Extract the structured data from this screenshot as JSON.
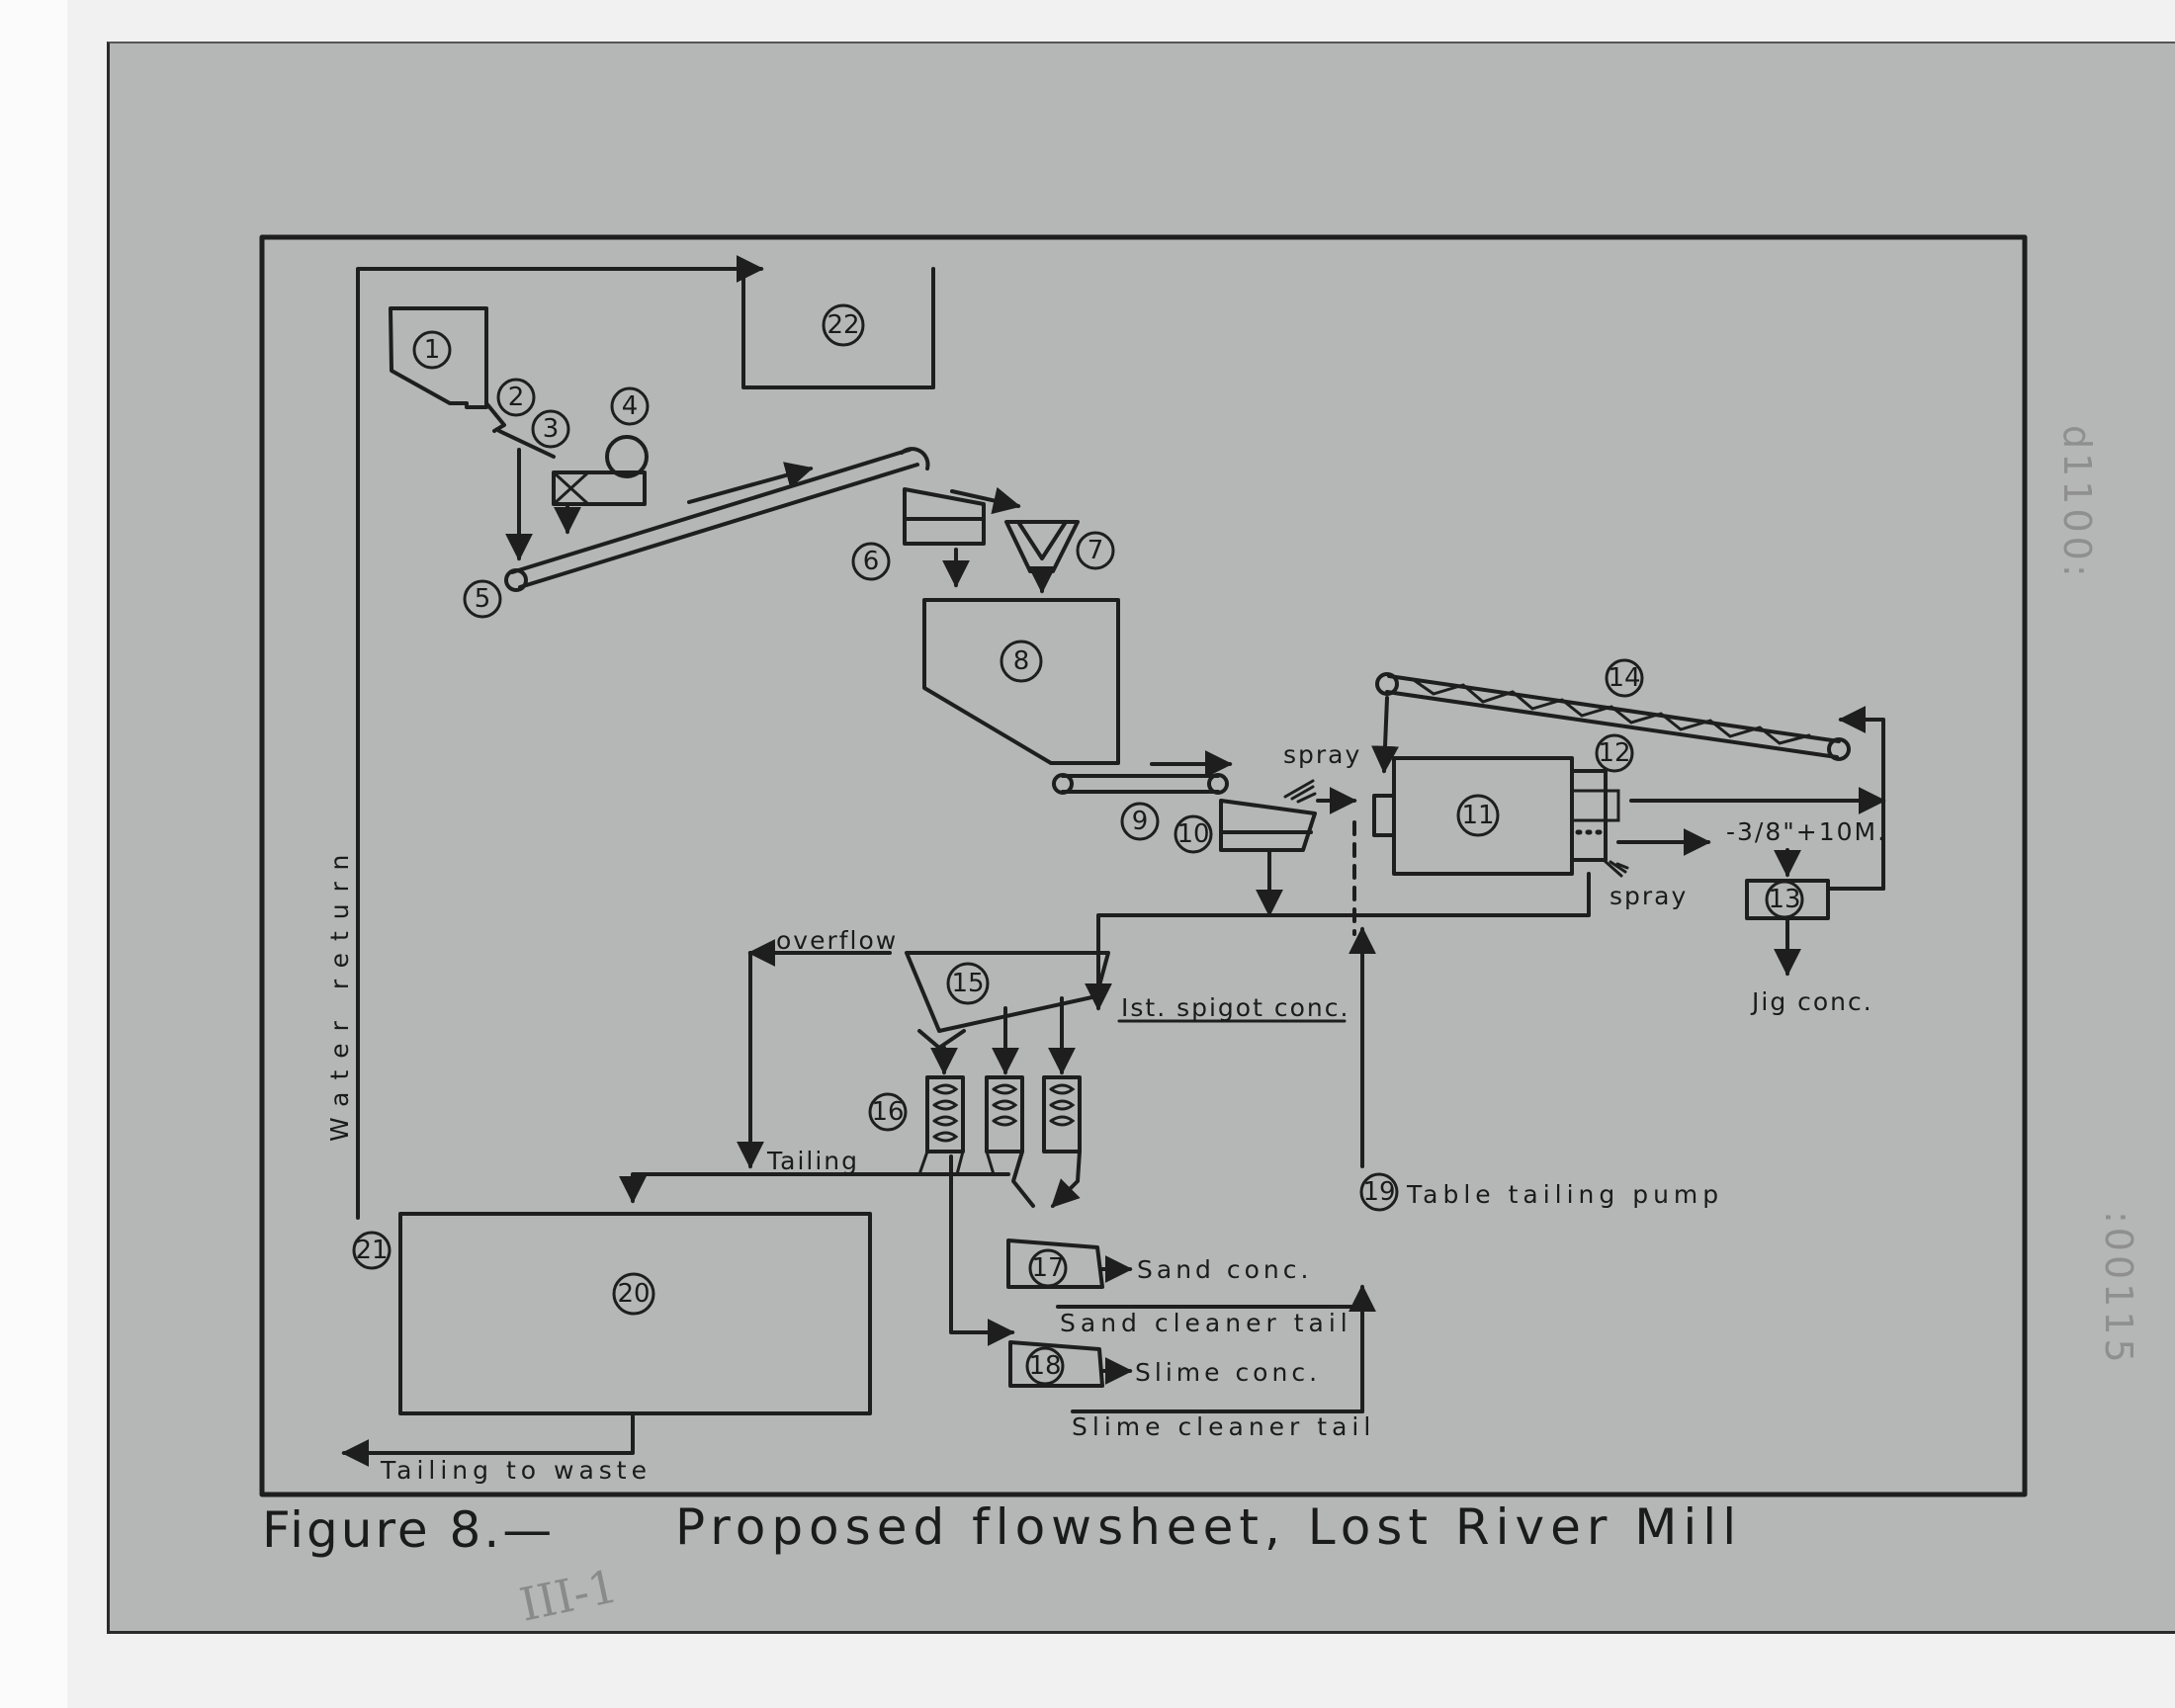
{
  "caption": {
    "figure": "Figure 8.—",
    "title": "Proposed flowsheet, Lost River Mill"
  },
  "annotations": {
    "handwritten": "III-1",
    "stamp_top": "d1100:",
    "stamp_bottom": ":00115"
  },
  "units": [
    "1",
    "2",
    "3",
    "4",
    "5",
    "6",
    "7",
    "8",
    "9",
    "10",
    "11",
    "12",
    "13",
    "14",
    "15",
    "16",
    "17",
    "18",
    "19",
    "20",
    "21",
    "22"
  ],
  "labels": {
    "spray_top": "spray",
    "spray_bottom": "spray",
    "screen_size": "-3/8\"+10M.",
    "jig_conc": "Jig conc.",
    "overflow": "overflow",
    "spigot_conc": "Ist. spigot conc.",
    "water_return": "Water return",
    "tailing": "Tailing",
    "table_tailing_pump": "Table tailing pump",
    "sand_conc": "Sand conc.",
    "sand_cleaner_tail": "Sand cleaner tail",
    "slime_conc": "Slime conc.",
    "slime_cleaner_tail": "Slime cleaner tail",
    "tailing_to_waste": "Tailing to waste"
  }
}
